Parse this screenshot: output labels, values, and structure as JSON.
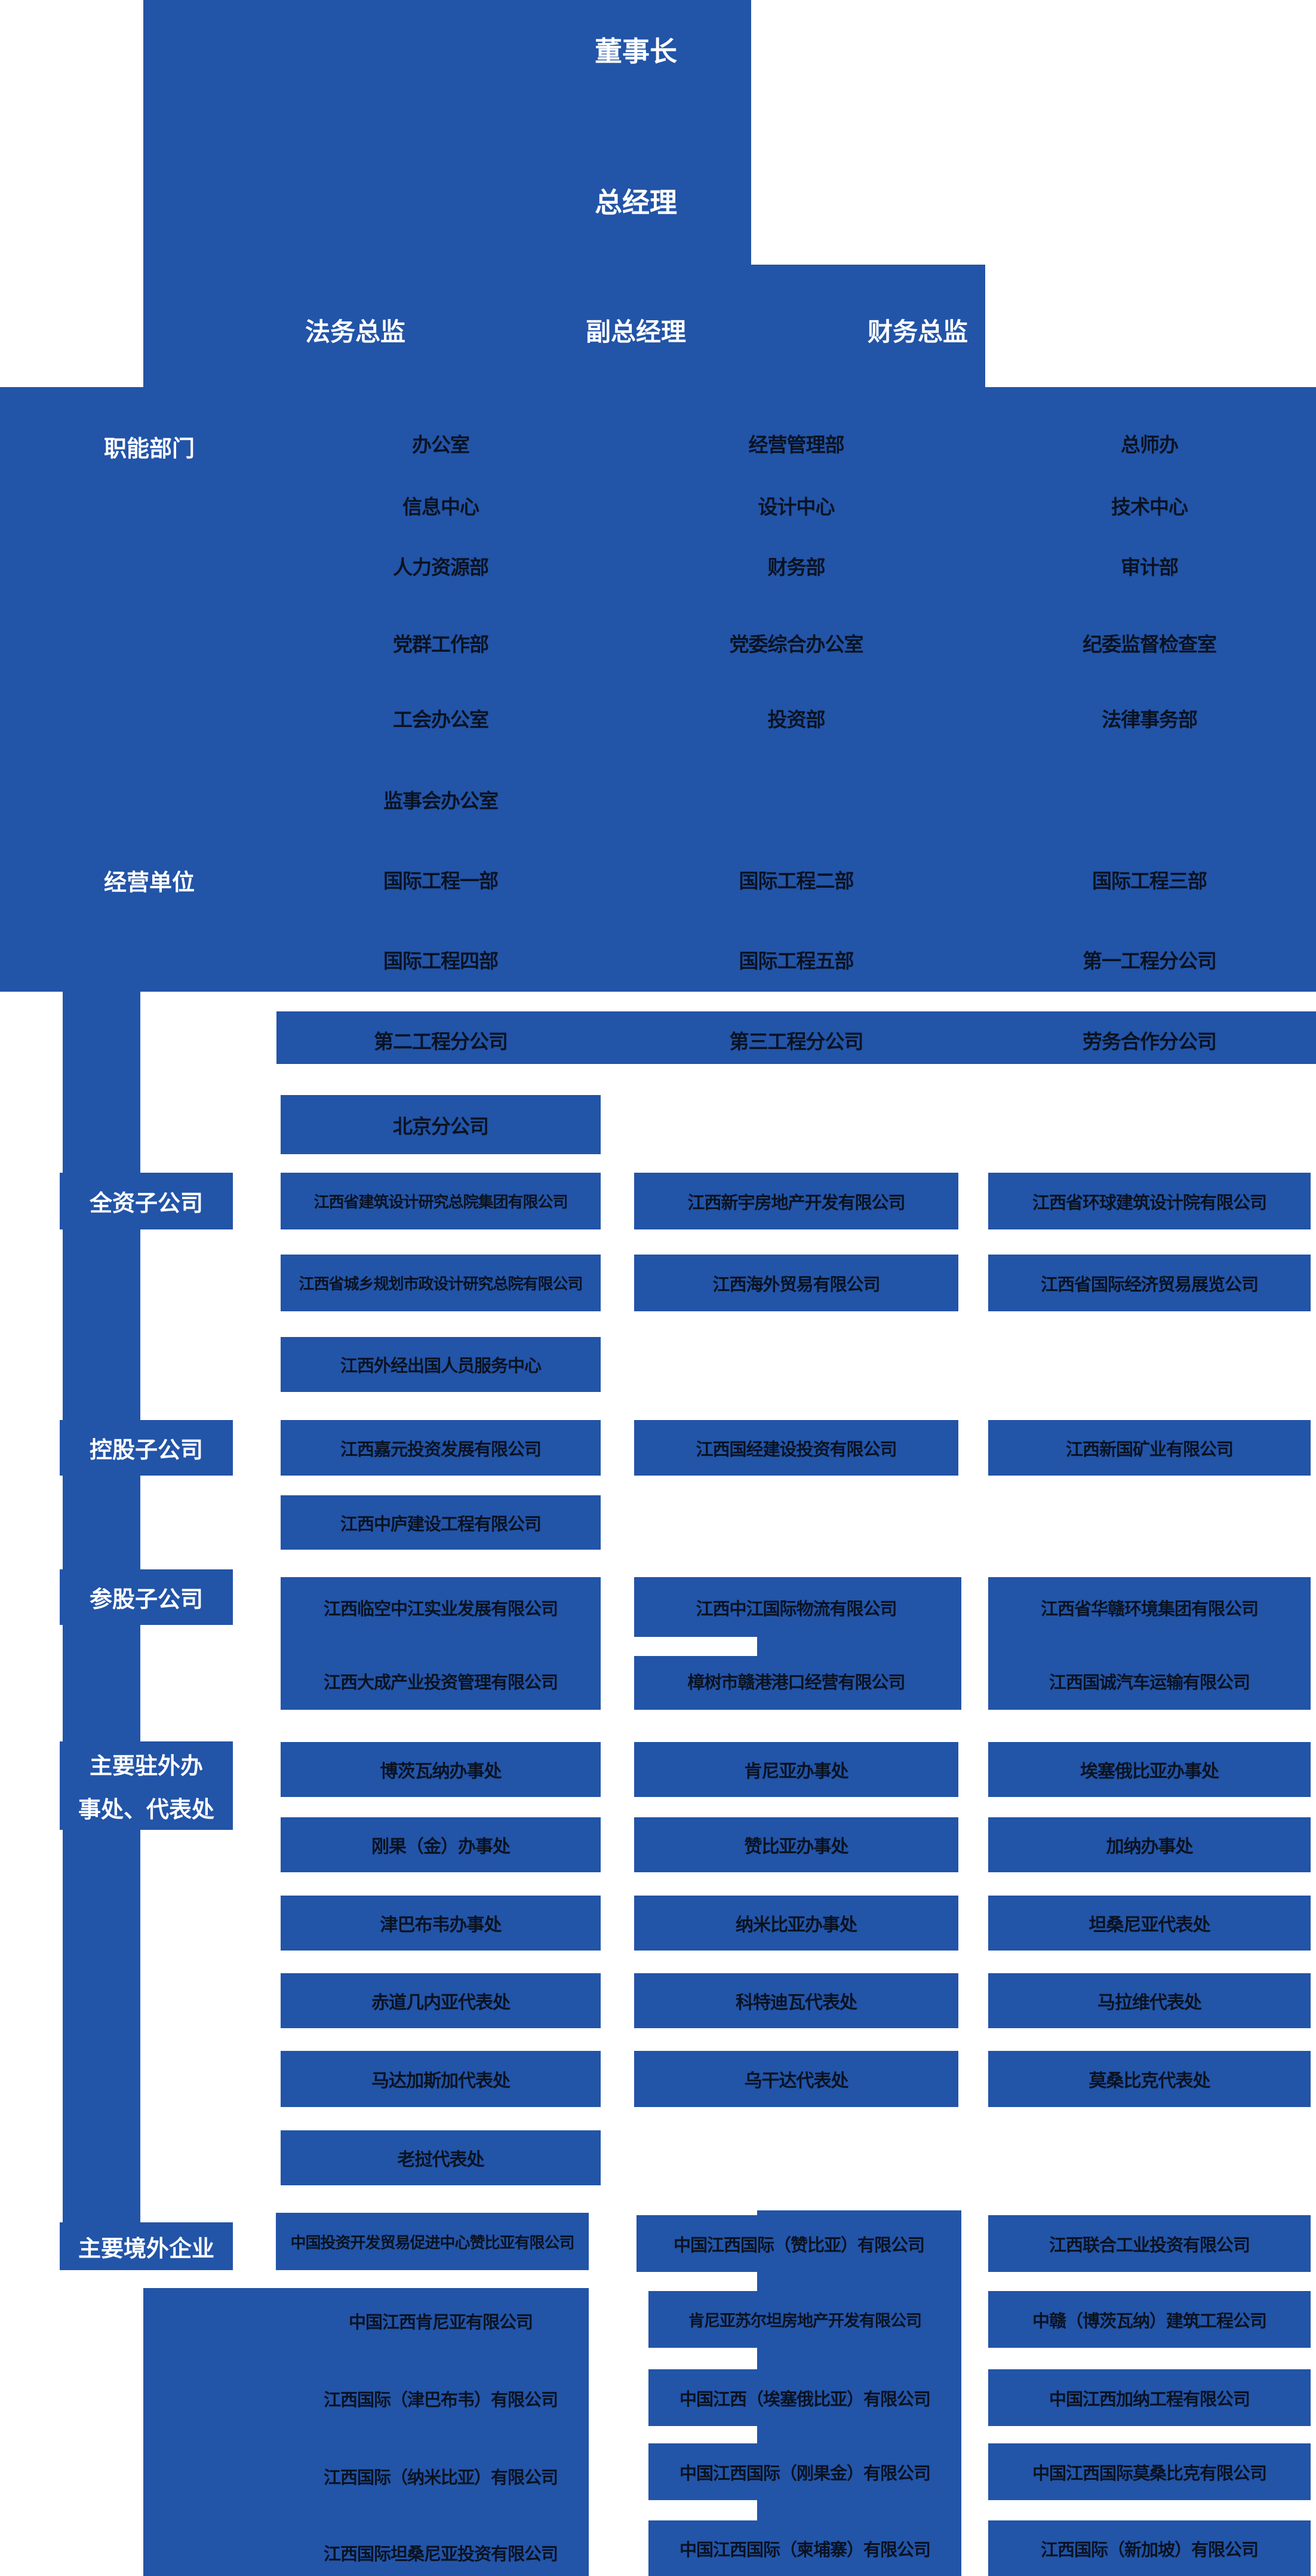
{
  "colors": {
    "panel_blue": "#2254a8",
    "box_text": "#0a1322",
    "label_text": "#ffffff"
  },
  "top": {
    "chairman": "董事长",
    "general_manager": "总经理",
    "legal_director": "法务总监",
    "deputy_general_manager": "副总经理",
    "finance_director": "财务总监"
  },
  "functional": {
    "label": "职能部门",
    "rows": [
      [
        "办公室",
        "经营管理部",
        "总师办"
      ],
      [
        "信息中心",
        "设计中心",
        "技术中心"
      ],
      [
        "人力资源部",
        "财务部",
        "审计部"
      ],
      [
        "党群工作部",
        "党委综合办公室",
        "纪委监督检查室"
      ],
      [
        "工会办公室",
        "投资部",
        "法律事务部"
      ],
      [
        "监事会办公室",
        "",
        ""
      ]
    ]
  },
  "business": {
    "label": "经营单位",
    "rows": [
      [
        "国际工程一部",
        "国际工程二部",
        "国际工程三部"
      ],
      [
        "国际工程四部",
        "国际工程五部",
        "第一工程分公司"
      ],
      [
        "第二工程分公司",
        "第三工程分公司",
        "劳务合作分公司"
      ]
    ],
    "beijing_branch": "北京分公司"
  },
  "wholly_owned": {
    "label": "全资子公司",
    "row1": [
      "江西省建筑设计研究总院集团有限公司",
      "江西新宇房地产开发有限公司",
      "江西省环球建筑设计院有限公司"
    ],
    "row2": [
      "江西省城乡规划市政设计研究总院有限公司",
      "江西海外贸易有限公司",
      "江西省国际经济贸易展览公司"
    ],
    "row3": "江西外经出国人员服务中心"
  },
  "holding": {
    "label": "控股子公司",
    "row1": [
      "江西嘉元投资发展有限公司",
      "江西国经建设投资有限公司",
      "江西新国矿业有限公司"
    ],
    "row2": "江西中庐建设工程有限公司"
  },
  "minority": {
    "label": "参股子公司",
    "row1": [
      "江西临空中江实业发展有限公司",
      "江西中江国际物流有限公司",
      "江西省华赣环境集团有限公司"
    ],
    "row2": [
      "江西大成产业投资管理有限公司",
      "樟树市赣港港口经营有限公司",
      "江西国诚汽车运输有限公司"
    ]
  },
  "offices": {
    "label_line1": "主要驻外办",
    "label_line2": "事处、代表处",
    "rows": [
      [
        "博茨瓦纳办事处",
        "肯尼亚办事处",
        "埃塞俄比亚办事处"
      ],
      [
        "刚果（金）办事处",
        "赞比亚办事处",
        "加纳办事处"
      ],
      [
        "津巴布韦办事处",
        "纳米比亚办事处",
        "坦桑尼亚代表处"
      ],
      [
        "赤道几内亚代表处",
        "科特迪瓦代表处",
        "马拉维代表处"
      ],
      [
        "马达加斯加代表处",
        "乌干达代表处",
        "莫桑比克代表处"
      ],
      [
        "老挝代表处",
        "",
        ""
      ]
    ]
  },
  "overseas": {
    "label": "主要境外企业",
    "rows": [
      [
        "中国投资开发贸易促进中心赞比亚有限公司",
        "中国江西国际（赞比亚）有限公司",
        "江西联合工业投资有限公司"
      ],
      [
        "中国江西肯尼亚有限公司",
        "肯尼亚苏尔坦房地产开发有限公司",
        "中赣（博茨瓦纳）建筑工程公司"
      ],
      [
        "江西国际（津巴布韦）有限公司",
        "中国江西（埃塞俄比亚）有限公司",
        "中国江西加纳工程有限公司"
      ],
      [
        "江西国际（纳米比亚）有限公司",
        "中国江西国际（刚果金）有限公司",
        "中国江西国际莫桑比克有限公司"
      ],
      [
        "江西国际坦桑尼亚投资有限公司",
        "中国江西国际（柬埔寨）有限公司",
        "江西国际（新加坡）有限公司"
      ]
    ]
  }
}
